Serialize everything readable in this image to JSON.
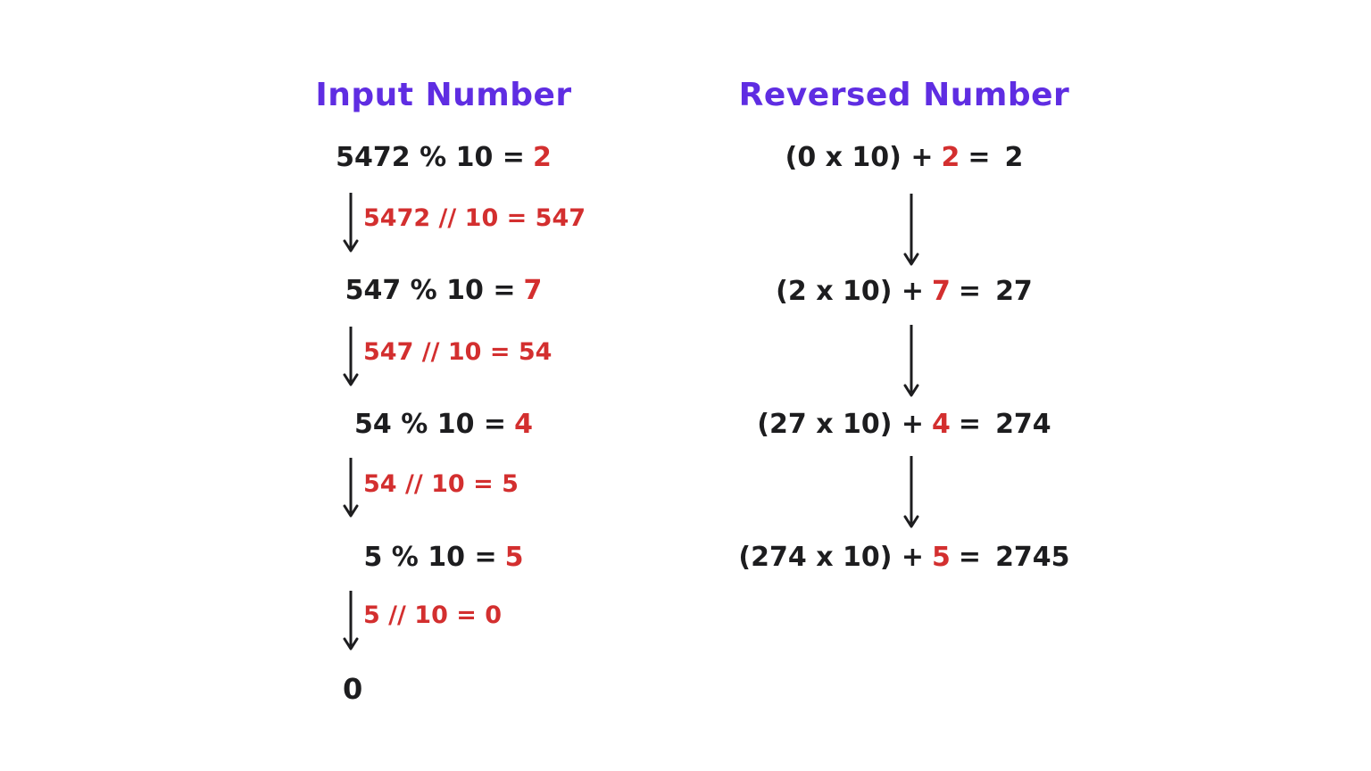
{
  "colors": {
    "heading_purple": "#5f2de2",
    "accent_red": "#d32f2f",
    "text_black": "#1d1d1f",
    "background": "#ffffff"
  },
  "input_column": {
    "heading": "Input Number",
    "steps": [
      {
        "mod_expr": "5472 % 10 =",
        "remainder": "2",
        "floordiv_label": "5472 // 10 = 547"
      },
      {
        "mod_expr": "547 % 10 =",
        "remainder": "7",
        "floordiv_label": "547 // 10 = 54"
      },
      {
        "mod_expr": "54 % 10 =",
        "remainder": "4",
        "floordiv_label": "54 // 10 = 5"
      },
      {
        "mod_expr": "5 % 10 =",
        "remainder": "5",
        "floordiv_label": "5 // 10 = 0"
      }
    ],
    "final_value": "0"
  },
  "reversed_column": {
    "heading": "Reversed Number",
    "steps": [
      {
        "expr": "(0 x 10) +",
        "digit": "2",
        "equals": "=",
        "result": "2"
      },
      {
        "expr": "(2 x 10) +",
        "digit": "7",
        "equals": "=",
        "result": "27"
      },
      {
        "expr": "(27 x 10) +",
        "digit": "4",
        "equals": "=",
        "result": "274"
      },
      {
        "expr": "(274 x 10) +",
        "digit": "5",
        "equals": "=",
        "result": "2745"
      }
    ]
  }
}
